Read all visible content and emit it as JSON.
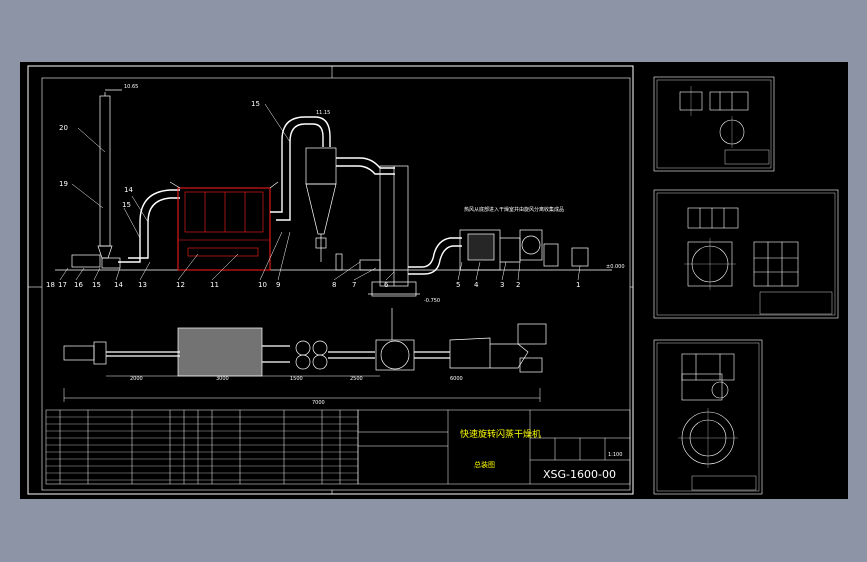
{
  "drawing": {
    "title": "快速旋转闪蒸干燥机",
    "subtitle": "总装图",
    "drawing_number": "XSG-1600-00",
    "scale": "1:100",
    "elevation_note": "±0.000",
    "annotation_top": "10.65",
    "annotation_upper": "11.15",
    "annotation_right": "±0.000",
    "flow_note": "热风从底部进入干燥室并由旋风分离收集成品"
  },
  "part_numbers": [
    "1",
    "2",
    "3",
    "4",
    "5",
    "6",
    "7",
    "8",
    "9",
    "10",
    "11",
    "12",
    "13",
    "14",
    "15",
    "16",
    "17",
    "18",
    "19",
    "20"
  ],
  "labels": {
    "top_left": "20",
    "mid_left": "19",
    "left_14": "14",
    "left_15": "15",
    "duct_15": "15",
    "dim_bottom": "7000",
    "dim_a": "2000",
    "dim_b": "3000",
    "dim_c": "1500",
    "dim_d": "2500",
    "dim_e": "6000",
    "dim_bottom_right": "-0.750"
  },
  "colors": {
    "background_outer": "#8c94a6",
    "sheet": "#000000",
    "line": "#ffffff",
    "highlight": "#ff2020",
    "accent": "#ffff00",
    "cyan": "#00ffff"
  }
}
